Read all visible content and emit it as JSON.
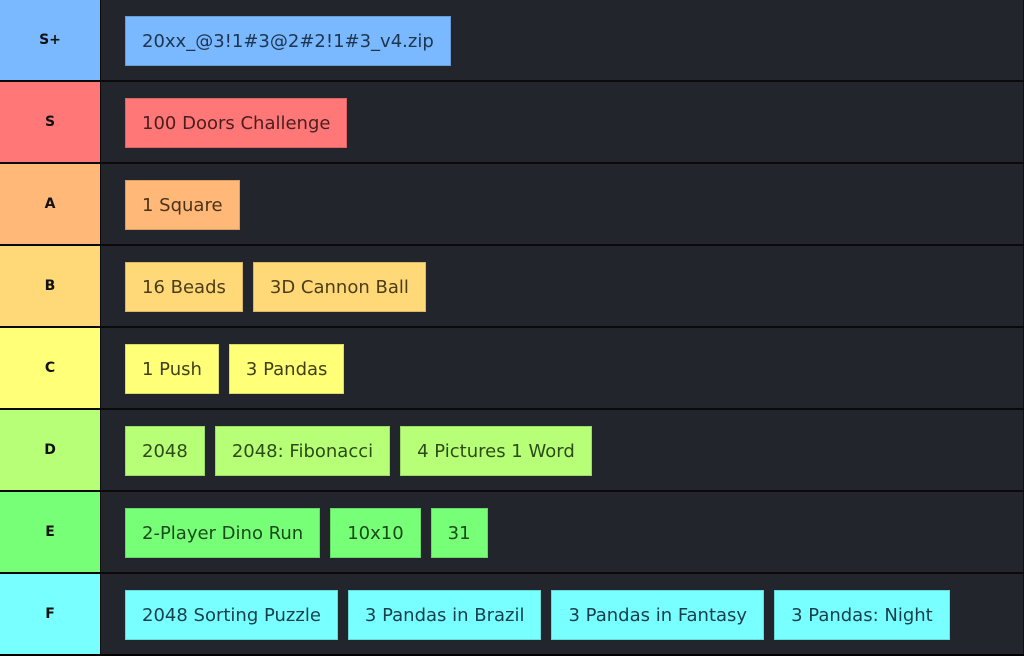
{
  "tiers": [
    {
      "label": "S+",
      "color": "#7ab8ff",
      "text_color": "#1e3550",
      "items": [
        "20xx_@3!1#3@2#2!1#3_v4.zip"
      ]
    },
    {
      "label": "S",
      "color": "#ff7777",
      "text_color": "#4a1e1e",
      "items": [
        "100 Doors Challenge"
      ]
    },
    {
      "label": "A",
      "color": "#ffb878",
      "text_color": "#4a321a",
      "items": [
        "1 Square"
      ]
    },
    {
      "label": "B",
      "color": "#ffd878",
      "text_color": "#4a3d1a",
      "items": [
        "16 Beads",
        "3D Cannon Ball"
      ]
    },
    {
      "label": "C",
      "color": "#ffff78",
      "text_color": "#3f3f18",
      "items": [
        "1 Push",
        "3 Pandas"
      ]
    },
    {
      "label": "D",
      "color": "#b8ff78",
      "text_color": "#2d4a18",
      "items": [
        "2048",
        "2048: Fibonacci",
        "4 Pictures 1 Word"
      ]
    },
    {
      "label": "E",
      "color": "#78ff78",
      "text_color": "#1a4a1a",
      "items": [
        "2-Player Dino Run",
        "10x10",
        "31"
      ]
    },
    {
      "label": "F",
      "color": "#78ffff",
      "text_color": "#1a3f4a",
      "items": [
        "2048 Sorting Puzzle",
        "3 Pandas in Brazil",
        "3 Pandas in Fantasy",
        "3 Pandas: Night"
      ]
    }
  ],
  "colors": {
    "row_background": "#22252c",
    "separator": "#0a0a0a"
  }
}
